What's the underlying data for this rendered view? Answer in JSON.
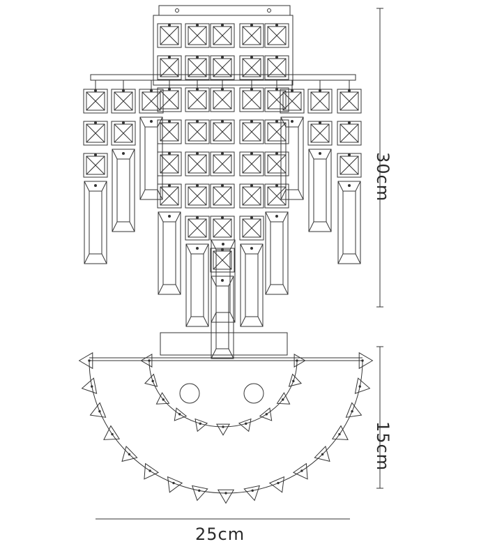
{
  "dimensions": {
    "height_label": "30cm",
    "depth_label": "15cm",
    "width_label": "25cm"
  },
  "colors": {
    "line": "#333333",
    "background": "#ffffff"
  },
  "views": [
    "front-elevation",
    "plan-view"
  ]
}
